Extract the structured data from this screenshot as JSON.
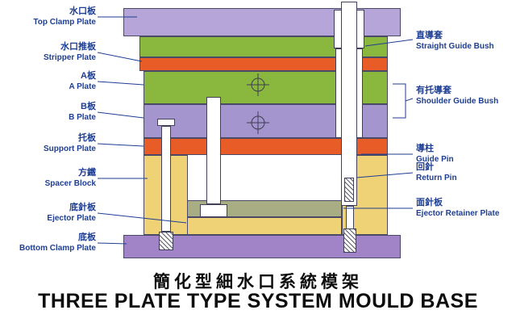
{
  "labels_left": [
    {
      "zh": "水口板",
      "en": "Top Clamp Plate"
    },
    {
      "zh": "水口推板",
      "en": "Stripper Plate"
    },
    {
      "zh": "A板",
      "en": "A Plate"
    },
    {
      "zh": "B板",
      "en": "B Plate"
    },
    {
      "zh": "托板",
      "en": "Support Plate"
    },
    {
      "zh": "方鐵",
      "en": "Spacer Block"
    },
    {
      "zh": "底針板",
      "en": "Ejector Plate"
    },
    {
      "zh": "底板",
      "en": "Bottom Clamp Plate"
    }
  ],
  "labels_right": [
    {
      "zh": "直導套",
      "en": "Straight Guide Bush"
    },
    {
      "zh": "有托導套",
      "en": "Shoulder Guide Bush"
    },
    {
      "zh": "導柱",
      "en": "Guide Pin"
    },
    {
      "zh": "回針",
      "en": "Return Pin"
    },
    {
      "zh": "面針板",
      "en": "Ejector Retainer Plate"
    }
  ],
  "titles": {
    "zh": "簡化型細水口系統模架",
    "en": "THREE PLATE TYPE SYSTEM MOULD BASE"
  },
  "colors": {
    "top_clamp": "#b5a5d8",
    "stripper_green": "#8ab83e",
    "band_orange": "#e85c28",
    "a_plate": "#8ab83e",
    "b_plate": "#a495ce",
    "support": "#e85c28",
    "spacer": "#f0d276",
    "retainer": "#a9ad83",
    "ejector": "#f0d276",
    "bottom_clamp": "#a184c8",
    "label_text": "#1e3e92",
    "outline": "#4a4a66"
  }
}
